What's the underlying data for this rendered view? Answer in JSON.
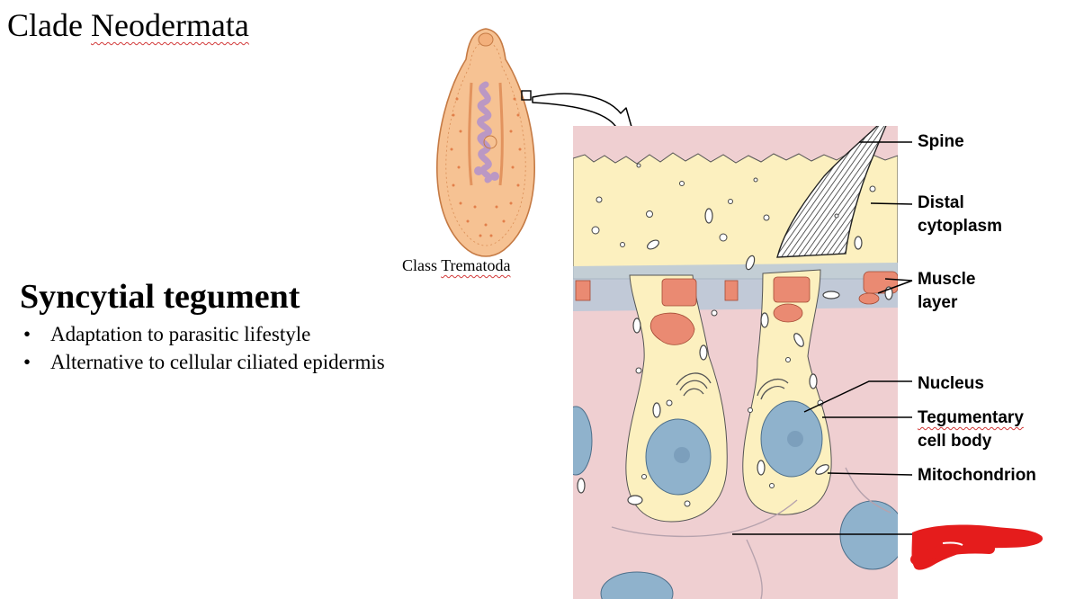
{
  "slide": {
    "title_plain": "Clade ",
    "title_underlined": "Neodermata",
    "heading": "Syncytial tegument",
    "bullets": [
      "Adaptation to parasitic lifestyle",
      "Alternative to cellular ciliated epidermis"
    ]
  },
  "figure": {
    "organism_caption_plain": "Class ",
    "organism_caption_underlined": "Trematoda",
    "labels": {
      "spine": "Spine",
      "distal_cytoplasm": [
        "Distal",
        "cytoplasm"
      ],
      "muscle_layer": [
        "Muscle",
        "layer"
      ],
      "nucleus": "Nucleus",
      "tegumentary_cell_body_line1": "Tegumentary",
      "tegumentary_cell_body_line2": "cell body",
      "mitochondrion": "Mitochondrion"
    },
    "colors": {
      "cytoplasm": "#fcf0bf",
      "connective_tissue": "#efcfd1",
      "nucleus": "#8fb2cc",
      "muscle": "#ea8a72",
      "basal_lamina": "#b9c8d8",
      "organism_body": "#f6c293",
      "organism_gut": "#bb98c4",
      "redaction": "#e51c1c"
    }
  }
}
